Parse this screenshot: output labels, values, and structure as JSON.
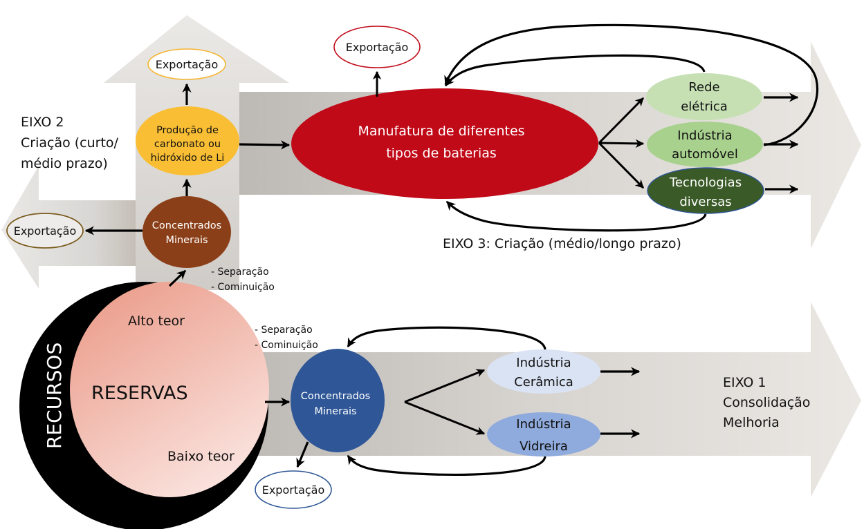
{
  "colors": {
    "band_light": "#e9e6e2",
    "band_dark": "#c8c5c2",
    "band_mid": "#d9d6d2",
    "brown_node": "#8b3f18",
    "yellow_node": "#f9be34",
    "red_node": "#c10a18",
    "blue_node": "#2f5797",
    "light_green": "#c6e0b4",
    "mid_green": "#a9d18e",
    "dark_green": "#3a5a27",
    "light_blue": "#dae3f3",
    "mid_blue": "#8faadc",
    "reserves_top": "#eb9d8b",
    "reserves_bottom": "#fbe7e3",
    "export_yellow_border": "#f5b530",
    "export_red_border": "#c10a18",
    "export_olive_border": "#7b5c1f",
    "export_blue_border": "#2f5797"
  },
  "axes": {
    "eixo1": {
      "lines": [
        "EIXO 1",
        "Consolidação",
        "Melhoria"
      ]
    },
    "eixo2": {
      "lines": [
        "EIXO 2",
        "Criação (curto/",
        "médio prazo)"
      ]
    },
    "eixo3": {
      "label": "EIXO 3: Criação (médio/longo prazo)"
    }
  },
  "resources": {
    "outer_label": "RECURSOS",
    "inner_label": "RESERVAS",
    "high_grade": "Alto teor",
    "low_grade": "Baixo teor"
  },
  "processes": {
    "upper": [
      "- Separação",
      "- Cominuição"
    ],
    "lower": [
      "- Separação",
      "- Cominuição"
    ]
  },
  "nodes": {
    "concentrados_eixo2": [
      "Concentrados",
      "Minerais"
    ],
    "producao_li": [
      "Produção de",
      "carbonato ou",
      "hidróxido de Li"
    ],
    "manufatura": [
      "Manufatura de diferentes",
      "tipos de baterias"
    ],
    "rede_eletrica": [
      "Rede",
      "elétrica"
    ],
    "industria_automovel": [
      "Indústria",
      "automóvel"
    ],
    "tecnologias_diversas": [
      "Tecnologias",
      "diversas"
    ],
    "concentrados_eixo1": [
      "Concentrados",
      "Minerais"
    ],
    "industria_ceramica": [
      "Indústria",
      "Cerâmica"
    ],
    "industria_vidreira": [
      "Indústria",
      "Vidreira"
    ]
  },
  "exports": {
    "top_eixo2": "Exportação",
    "left_eixo2": "Exportação",
    "top_eixo3": "Exportação",
    "bottom_eixo1": "Exportação"
  }
}
